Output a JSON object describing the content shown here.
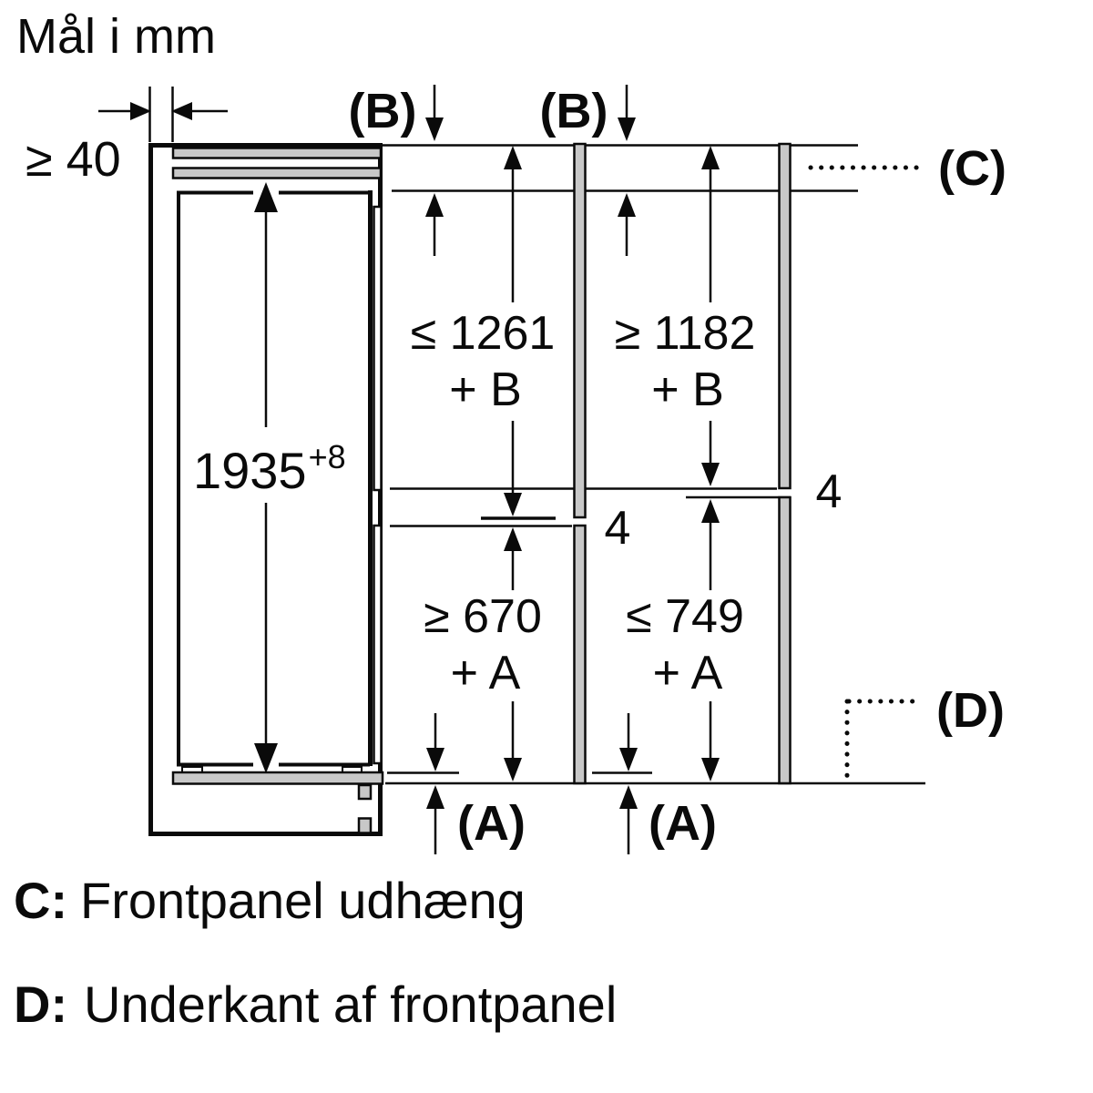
{
  "title": "Mål i mm",
  "diagram": {
    "wall_gap": "≥ 40",
    "b_label_1": "(B)",
    "b_label_2": "(B)",
    "c_label": "(C)",
    "d_label": "(D)",
    "a_label_1": "(A)",
    "a_label_2": "(A)",
    "gap_mid": "4",
    "gap_right": "4",
    "height_value": "1935",
    "height_tolerance": "+8",
    "dim_upper_left_1": "≤ 1261",
    "dim_upper_left_2": "+ B",
    "dim_upper_right_1": "≥ 1182",
    "dim_upper_right_2": "+ B",
    "dim_lower_left_1": "≥ 670",
    "dim_lower_left_2": "+ A",
    "dim_lower_right_1": "≤ 749",
    "dim_lower_right_2": "+ A"
  },
  "legend": {
    "c_key": "C:",
    "c_text": "Frontpanel udhæng",
    "d_key": "D:",
    "d_text": "Underkant af frontpanel"
  },
  "colors": {
    "line": "#0a0a0a",
    "panel_gray": "#c8c8c8",
    "background": "#ffffff"
  }
}
